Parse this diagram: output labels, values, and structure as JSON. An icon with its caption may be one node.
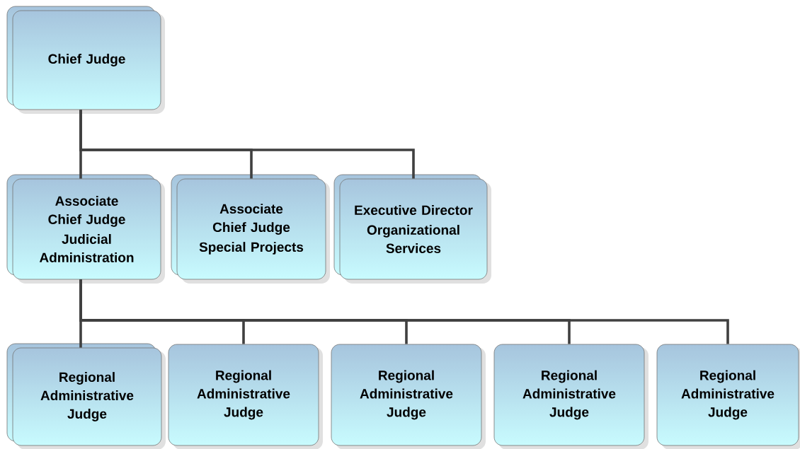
{
  "diagram": {
    "nodes": [
      {
        "text": [
          "Chief Judge"
        ]
      },
      {
        "text": [
          "Associate Chief Judge",
          "Judicial Administration"
        ]
      },
      {
        "text": [
          "Associate Chief Judge",
          "Special Projects"
        ]
      },
      {
        "text": [
          "Executive Director",
          "Organizational Services"
        ]
      },
      {
        "text": [
          "Regional Administrative Judge"
        ]
      },
      {
        "text": [
          "Regional Administrative Judge"
        ]
      },
      {
        "text": [
          "Regional Administrative Judge"
        ]
      },
      {
        "text": [
          "Regional Administrative Judge"
        ]
      },
      {
        "text": [
          "Regional Administrative Judge"
        ]
      }
    ],
    "edges": [
      {
        "from": 0,
        "to": 1,
        "arrow": "none"
      },
      {
        "from": 0,
        "to": 2,
        "arrow": "none"
      },
      {
        "from": 0,
        "to": 3,
        "arrow": "none"
      },
      {
        "from": 1,
        "to": 4,
        "arrow": "none"
      },
      {
        "from": 1,
        "to": 5,
        "arrow": "none"
      },
      {
        "from": 1,
        "to": 6,
        "arrow": "none"
      },
      {
        "from": 1,
        "to": 7,
        "arrow": "none"
      },
      {
        "from": 1,
        "to": 8,
        "arrow": "none"
      }
    ]
  }
}
